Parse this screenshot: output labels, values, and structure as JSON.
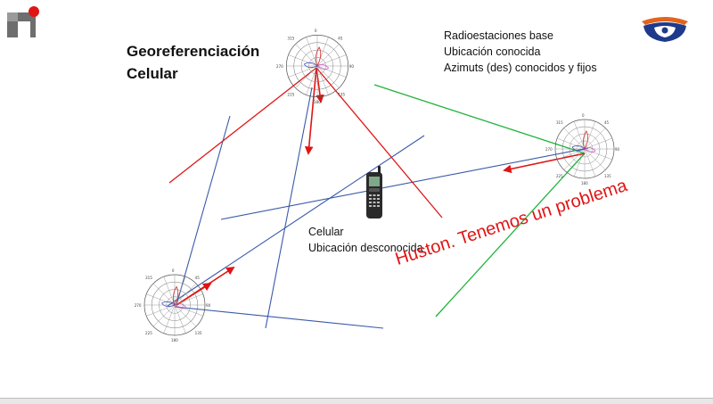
{
  "slide": {
    "title_line1": "Georeferenciación",
    "title_line2": "Celular",
    "info_lines": [
      "Radioestaciones base",
      "Ubicación conocida",
      "Azimuts (des) conocidos y fijos"
    ],
    "phone_lines": [
      "Celular",
      "Ubicación desconocida"
    ],
    "problem_text": "Huston. Tenemos un problema"
  },
  "colors": {
    "red_line": "#e01414",
    "green_line": "#1fb33a",
    "blue_line": "#3a5aa8",
    "brand_orange": "#e2641d",
    "brand_blue": "#1e3a8c"
  },
  "icons": {
    "logo_left": "institution-logo-icon",
    "logo_right": "university-logo-icon",
    "phone": "mobile-phone-icon",
    "polar": "polar-antenna-diagram-icon"
  }
}
